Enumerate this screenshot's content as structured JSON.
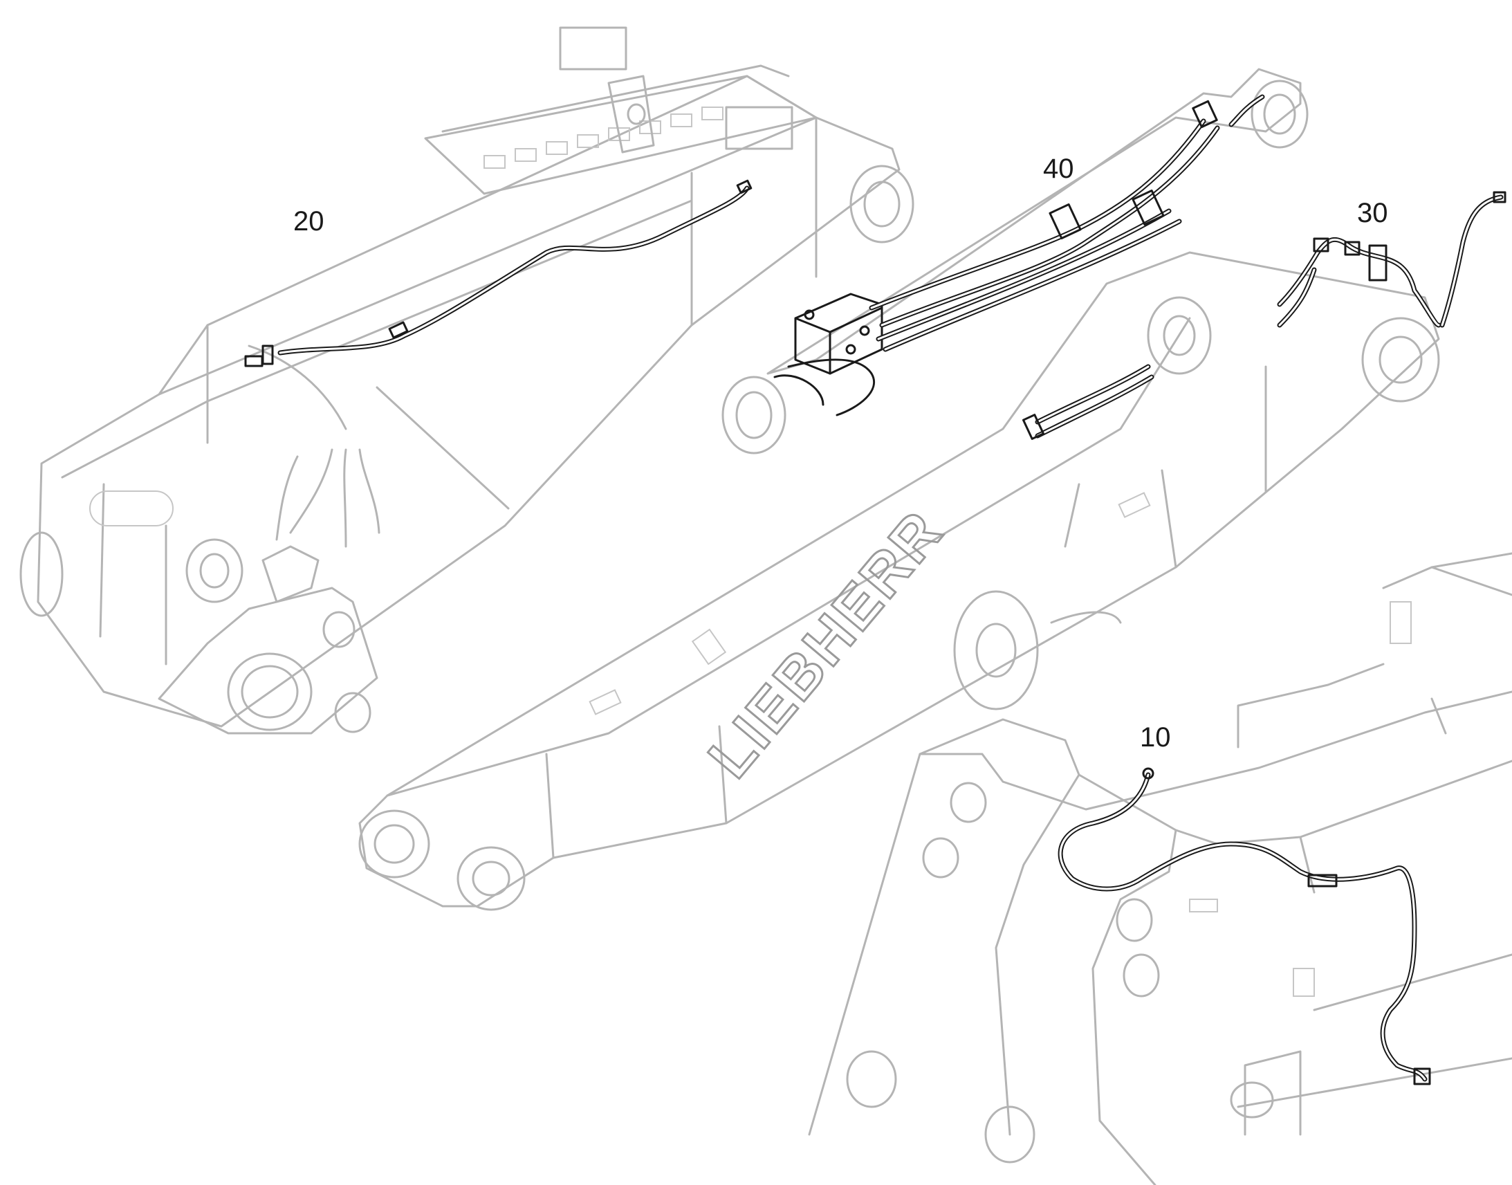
{
  "callouts": [
    {
      "id": "callout-20",
      "label": "20"
    },
    {
      "id": "callout-40",
      "label": "40"
    },
    {
      "id": "callout-30",
      "label": "30"
    },
    {
      "id": "callout-10",
      "label": "10"
    }
  ],
  "brand_mark": "LIEBHERR",
  "colors": {
    "line": "#1a1a1a",
    "ghost": "#b4b4b4",
    "background": "#ffffff"
  }
}
